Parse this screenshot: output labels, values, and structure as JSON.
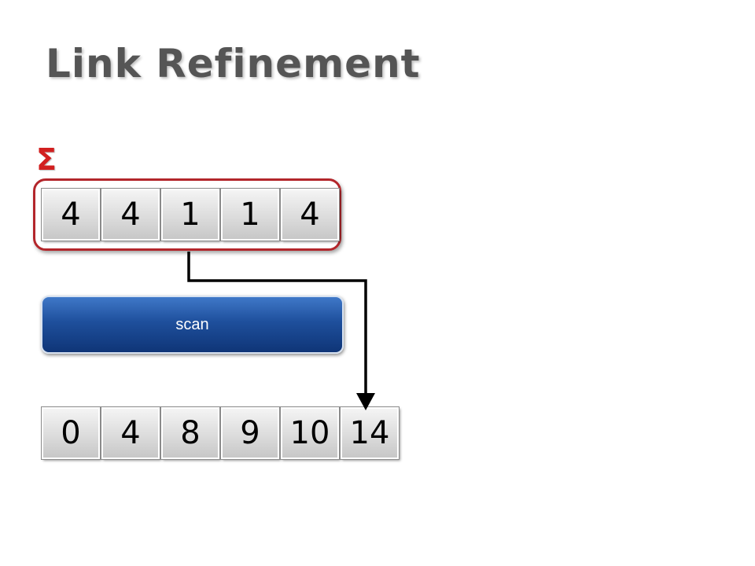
{
  "slide": {
    "title": "Link Refinement",
    "sigma_symbol": "Σ",
    "input_values": [
      "4",
      "4",
      "1",
      "1",
      "4"
    ],
    "scan_label": "scan",
    "output_values": [
      "0",
      "4",
      "8",
      "9",
      "10",
      "14"
    ]
  },
  "colors": {
    "highlight": "#b3262b",
    "sigma": "#d21f1f",
    "scan_button": "#1e4f9c"
  }
}
